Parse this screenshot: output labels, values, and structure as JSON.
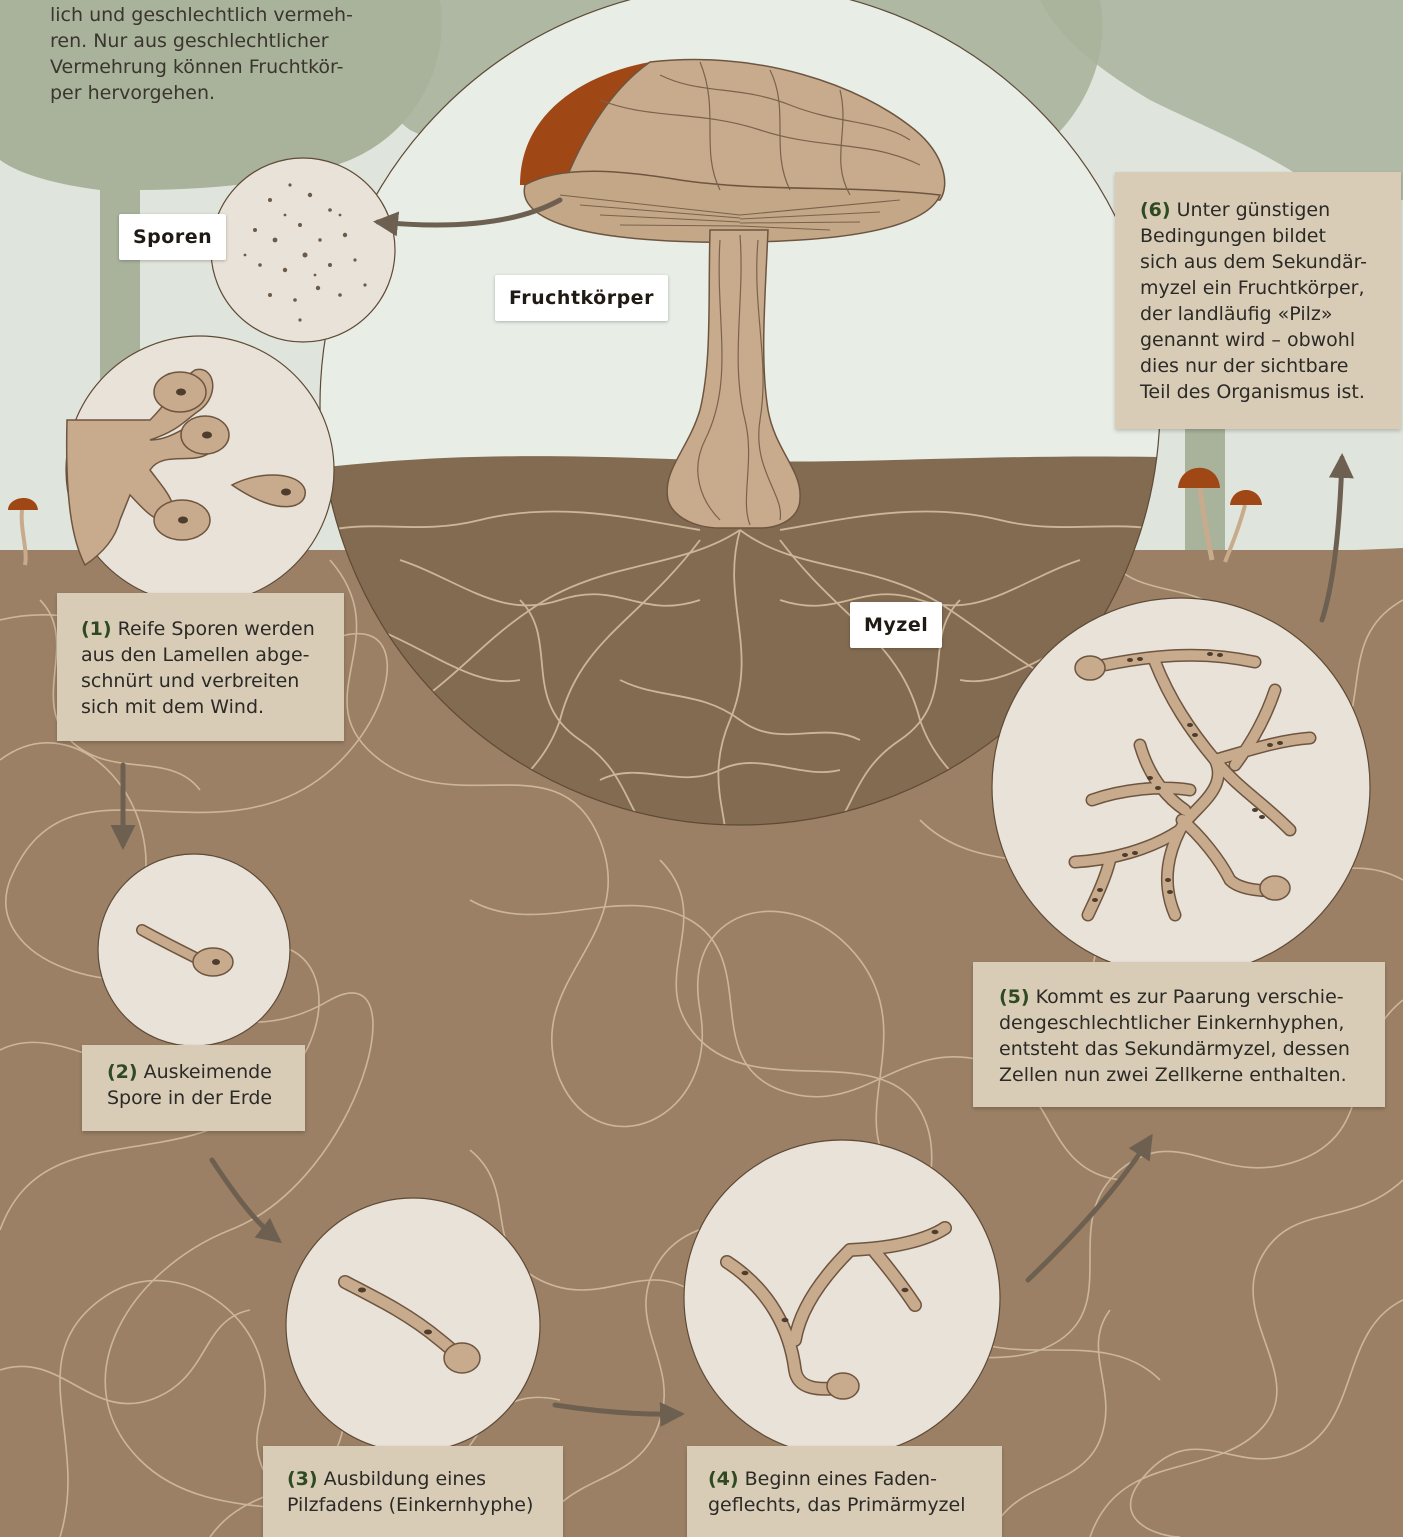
{
  "intro": {
    "lines": [
      "lich und geschlechtlich vermeh-",
      "ren. Nur aus geschlechtlicher",
      "Vermehrung können Fruchtkör-",
      "per hervorgehen."
    ]
  },
  "labels": {
    "sporen": "Sporen",
    "fruchtkoerper": "Fruchtkörper",
    "myzel": "Myzel"
  },
  "steps": [
    {
      "num": "(1)",
      "lines": [
        "Reife Sporen werden",
        "aus den Lamellen abge-",
        "schnürt und verbreiten",
        "sich mit dem Wind."
      ]
    },
    {
      "num": "(2)",
      "lines": [
        "Auskeimende",
        "Spore in der Erde"
      ]
    },
    {
      "num": "(3)",
      "lines": [
        "Ausbildung eines",
        "Pilzfadens (Einkernhyphe)"
      ]
    },
    {
      "num": "(4)",
      "lines": [
        "Beginn eines Faden-",
        "geflechts, das Primärmyzel"
      ]
    },
    {
      "num": "(5)",
      "lines": [
        "Kommt es zur Paarung verschie-",
        "dengeschlechtlicher Einkernhyphen,",
        "entsteht das Sekundärmyzel, dessen",
        "Zellen nun zwei Zellkerne enthalten."
      ]
    },
    {
      "num": "(6)",
      "lines": [
        "Unter günstigen",
        "Bedingungen bildet",
        "sich aus dem Sekundär-",
        "myzel ein Fruchtkörper,",
        "der landläufig «Pilz»",
        "genannt wird – obwohl",
        "dies nur der sichtbare",
        "Teil des Organismus ist."
      ]
    }
  ],
  "colors": {
    "sky": "#dfe5dc",
    "trees": "#a9b39c",
    "soil": "#9b8065",
    "soil_dark": "#836b52",
    "hyphae": "#d9c4a8",
    "circle_fill": "#e9e2d8",
    "mushroom_cap": "#a04716",
    "mushroom_flesh": "#c7ab8c",
    "text_box": "#d8ccb7",
    "step_number": "#2f4a22",
    "arrow": "#6e6051"
  }
}
